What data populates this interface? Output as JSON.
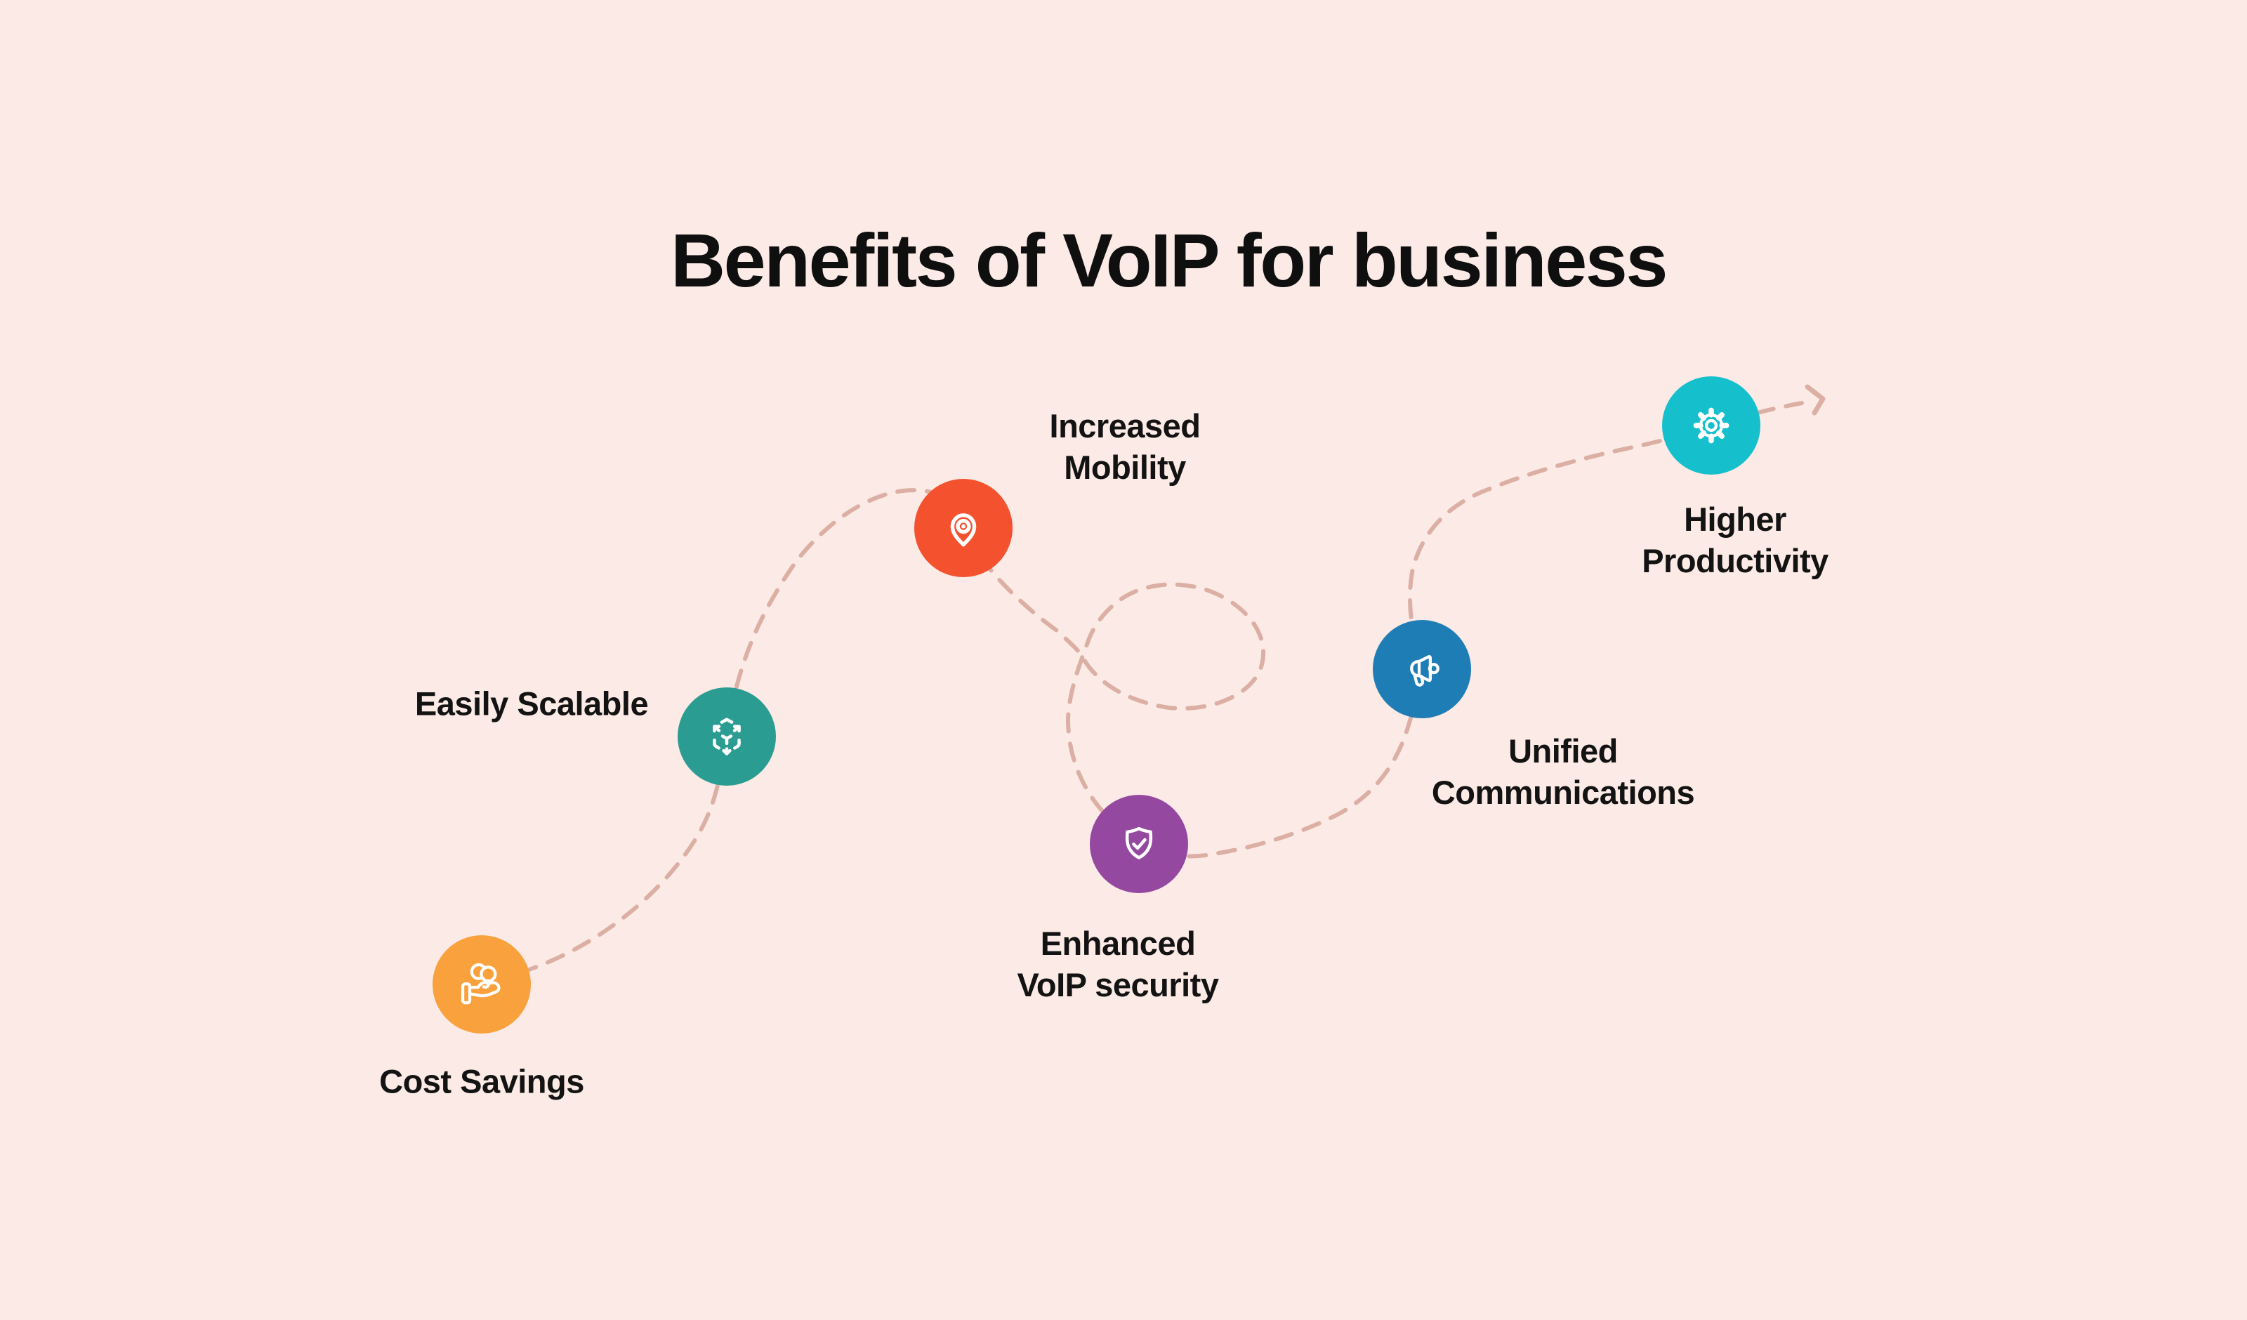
{
  "title": "Benefits of VoIP for business",
  "colors": {
    "background": "#fbeae5",
    "path": "#dcafa4",
    "icon": "#ffffff",
    "label_text": "#131313",
    "title_text": "#0f0f10"
  },
  "nodes": [
    {
      "id": "cost-savings",
      "label_lines": [
        "Cost Savings"
      ],
      "icon": "hand-coins-icon",
      "color": "#f9a13c"
    },
    {
      "id": "easily-scalable",
      "label_lines": [
        "Easily Scalable"
      ],
      "icon": "scale-3d-icon",
      "color": "#2a9c92"
    },
    {
      "id": "increased-mobility",
      "label_lines": [
        "Increased",
        "Mobility"
      ],
      "icon": "location-pin-icon",
      "color": "#f4512e"
    },
    {
      "id": "enhanced-voip-security",
      "label_lines": [
        "Enhanced",
        "VoIP security"
      ],
      "icon": "shield-check-icon",
      "color": "#9548a0"
    },
    {
      "id": "unified-communications",
      "label_lines": [
        "Unified",
        "Communications"
      ],
      "icon": "megaphone-icon",
      "color": "#1e7db5"
    },
    {
      "id": "higher-productivity",
      "label_lines": [
        "Higher",
        "Productivity"
      ],
      "icon": "gear-icon",
      "color": "#15bfcc"
    }
  ]
}
